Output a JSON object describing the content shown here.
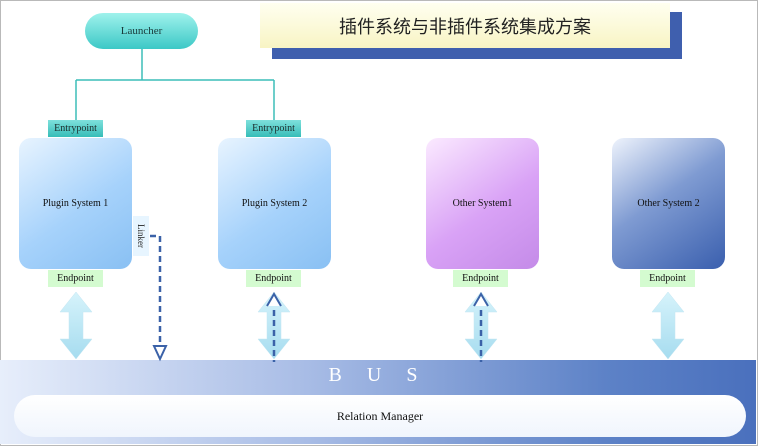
{
  "title": "插件系统与非插件系统集成方案",
  "launcher": "Launcher",
  "entrypoints": [
    "Entrypoint",
    "Entrypoint"
  ],
  "systems": {
    "plugin1": "Plugin System 1",
    "plugin2": "Plugin System 2",
    "other1": "Other System1",
    "other2": "Other System 2"
  },
  "linker": "Linker",
  "endpoints": [
    "Endpoint",
    "Endpoint",
    "Endpoint",
    "Endpoint"
  ],
  "bus": "B U S",
  "relation_manager": "Relation Manager",
  "colors": {
    "launcher": "#3cc8c6",
    "entrypoint": "#37bdb8",
    "plugin_box": "#a6d2fb",
    "other1_box": "#d9a2f6",
    "other2_box": "#3a5fae",
    "endpoint": "#d4fbd0",
    "bus": "#5d82c7",
    "title_bg": "#f8f4c4",
    "title_shadow": "#3f5fae",
    "arrow": "#3b62a8",
    "double_arrow": "#b7e8f5"
  }
}
